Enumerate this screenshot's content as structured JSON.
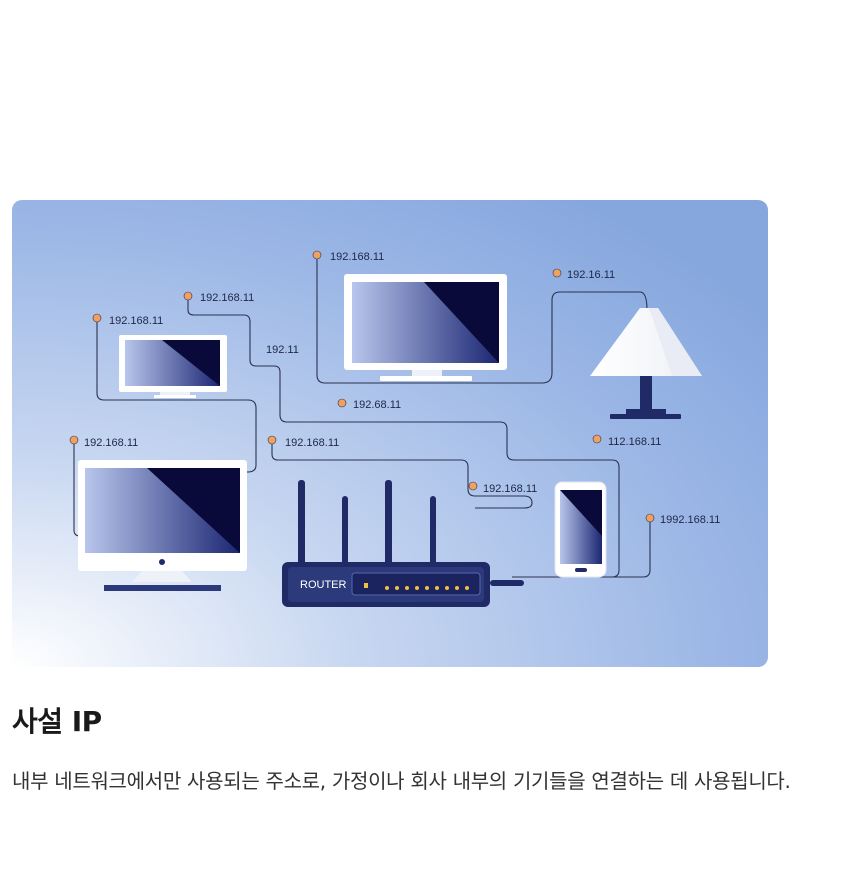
{
  "illustration": {
    "ip_labels": [
      "192.168.11",
      "192.16.11",
      "192.168.11",
      "192.168.11",
      "192.11",
      "192.68.11",
      "192.168.11",
      "192.168.11",
      "112.168.11",
      "192.168.11",
      "1992.168.11"
    ],
    "router_label": "ROUTER",
    "colors": {
      "bg_light": "#ffffff",
      "bg_blue": "#8aaae0",
      "screen_dark": "#0a0a3a",
      "router_navy": "#1f2a66",
      "wire": "#2a3252",
      "node_dot": "#f0a060"
    }
  },
  "section": {
    "title": "사설 IP",
    "description": "내부 네트워크에서만 사용되는 주소로, 가정이나 회사 내부의 기기들을 연결하는 데 사용됩니다."
  }
}
